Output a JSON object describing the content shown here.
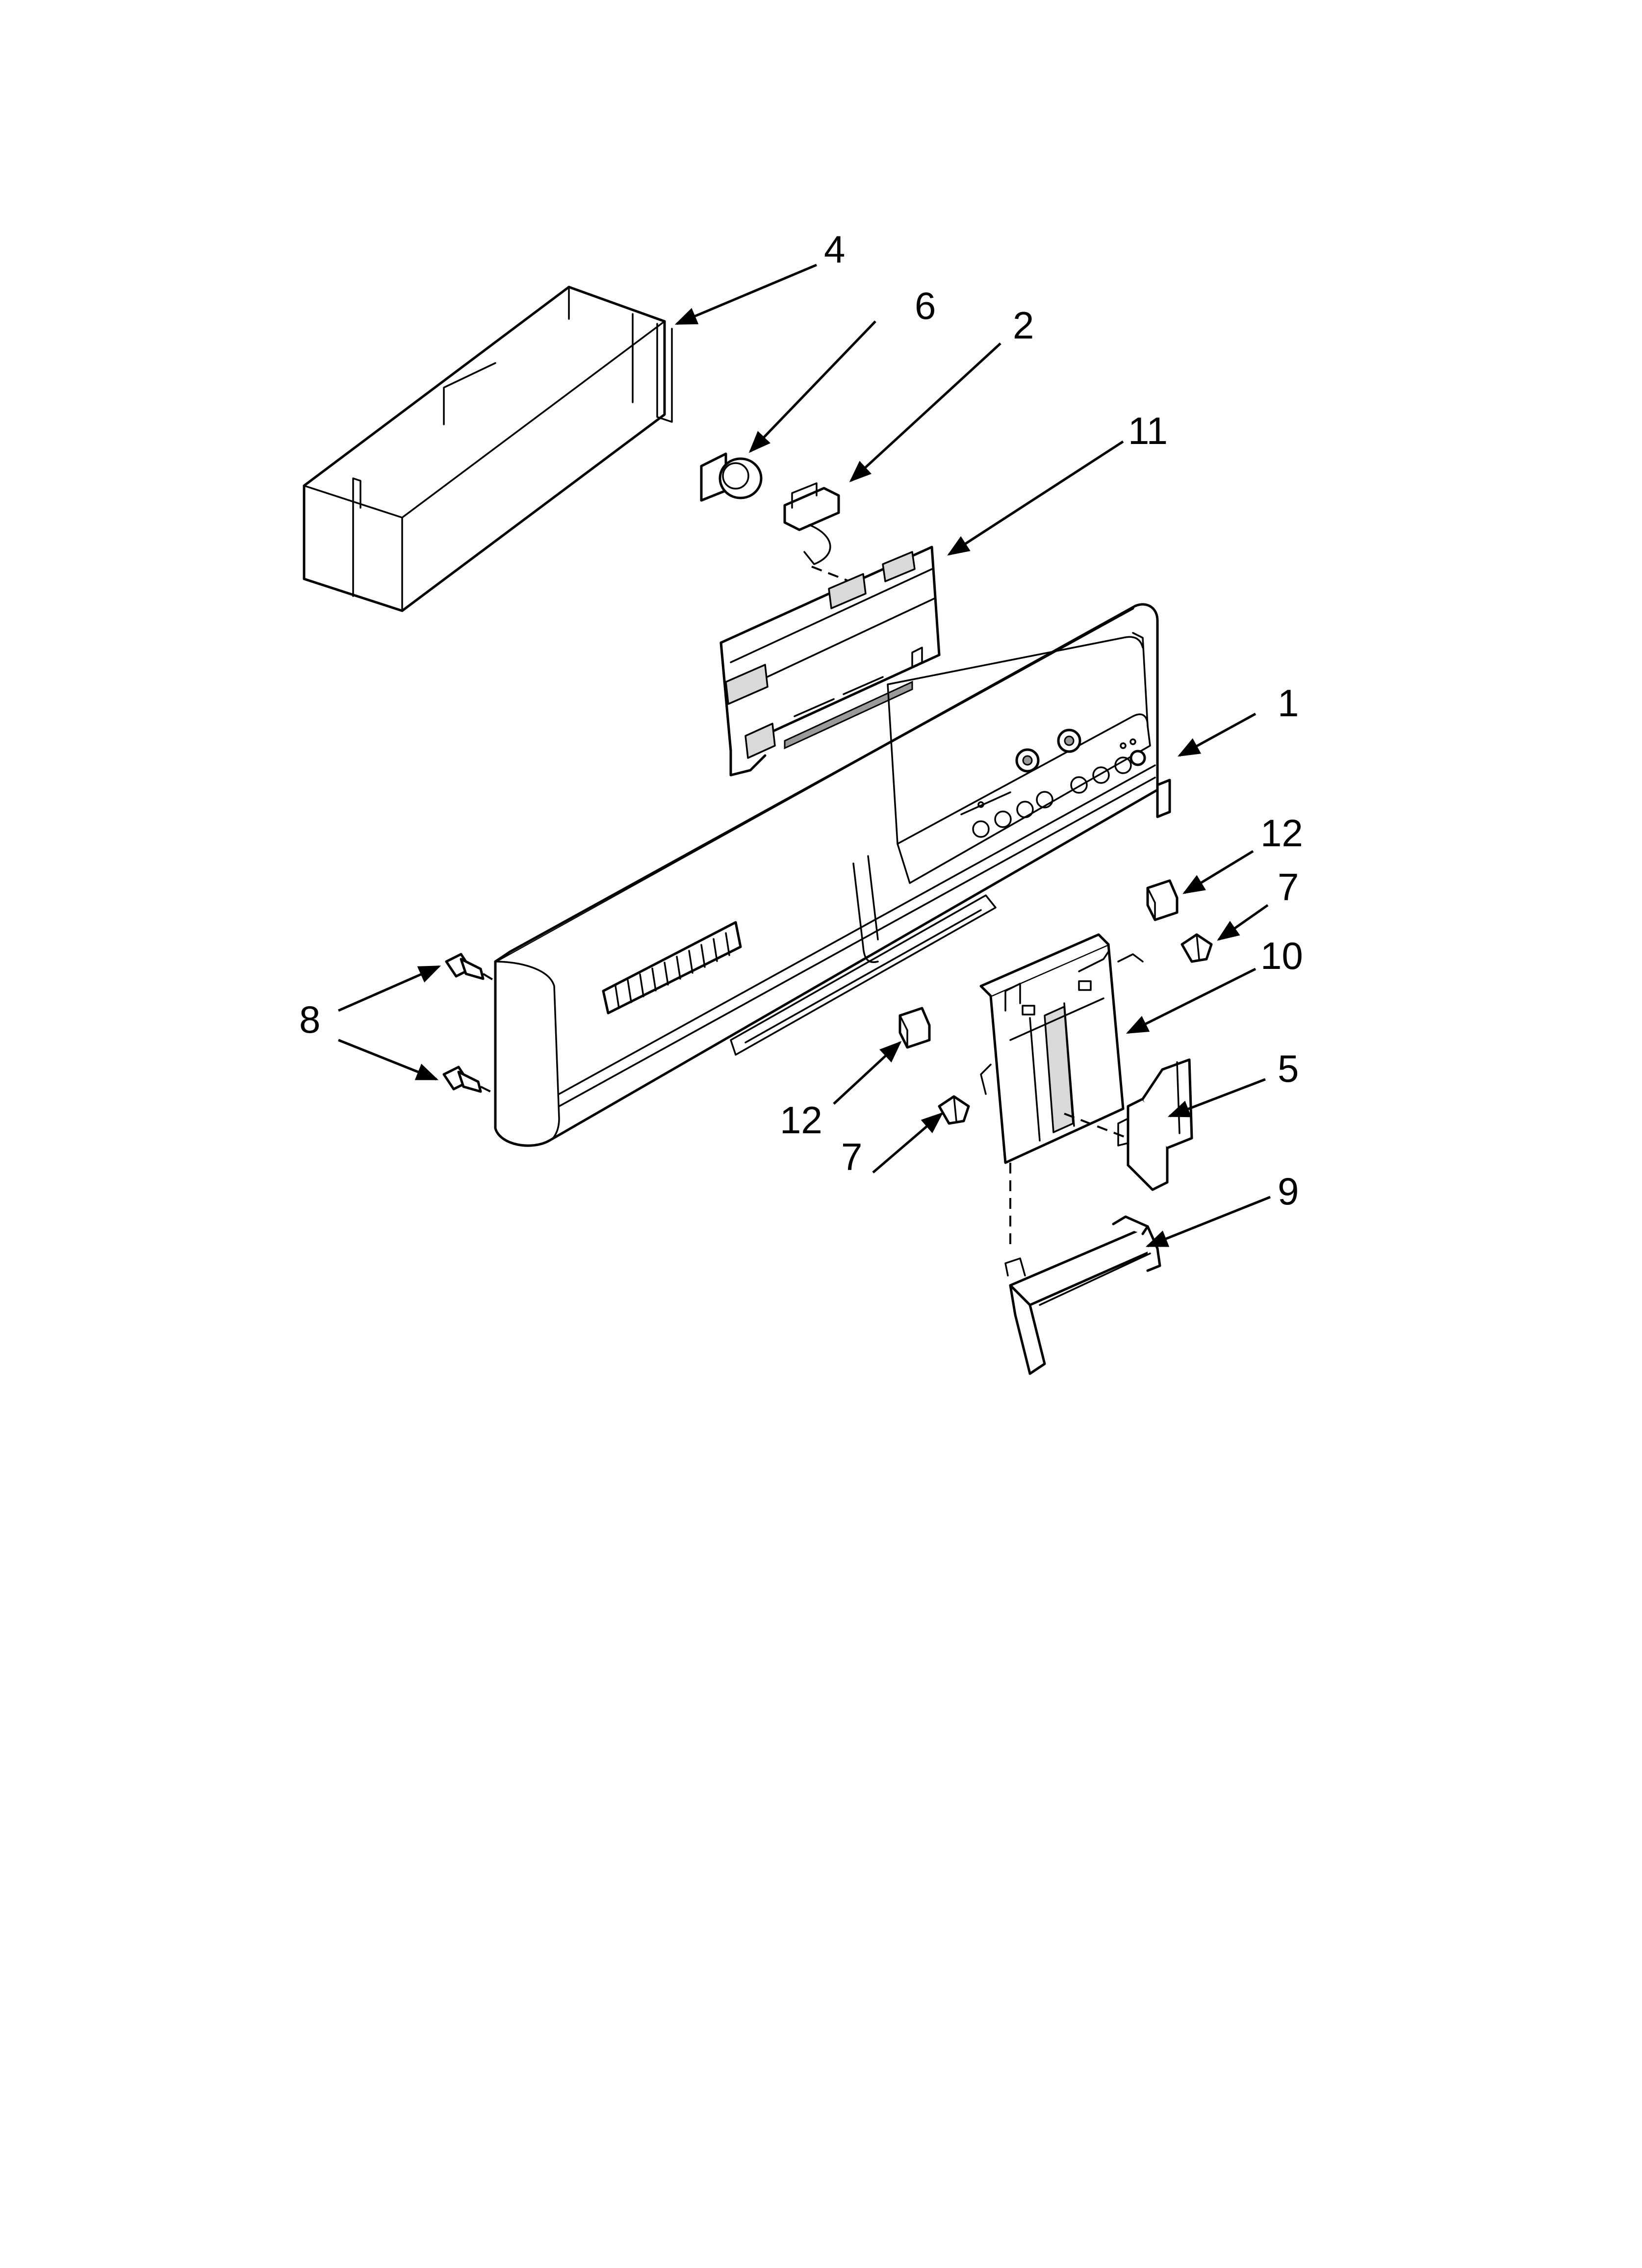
{
  "callouts": [
    {
      "id": "c-4",
      "text": "4"
    },
    {
      "id": "c-6",
      "text": "6"
    },
    {
      "id": "c-2",
      "text": "2"
    },
    {
      "id": "c-11",
      "text": "11"
    },
    {
      "id": "c-1",
      "text": "1"
    },
    {
      "id": "c-12a",
      "text": "12"
    },
    {
      "id": "c-7a",
      "text": "7"
    },
    {
      "id": "c-10",
      "text": "10"
    },
    {
      "id": "c-8",
      "text": "8"
    },
    {
      "id": "c-5",
      "text": "5"
    },
    {
      "id": "c-12b",
      "text": "12"
    },
    {
      "id": "c-7b",
      "text": "7"
    },
    {
      "id": "c-9",
      "text": "9"
    }
  ]
}
